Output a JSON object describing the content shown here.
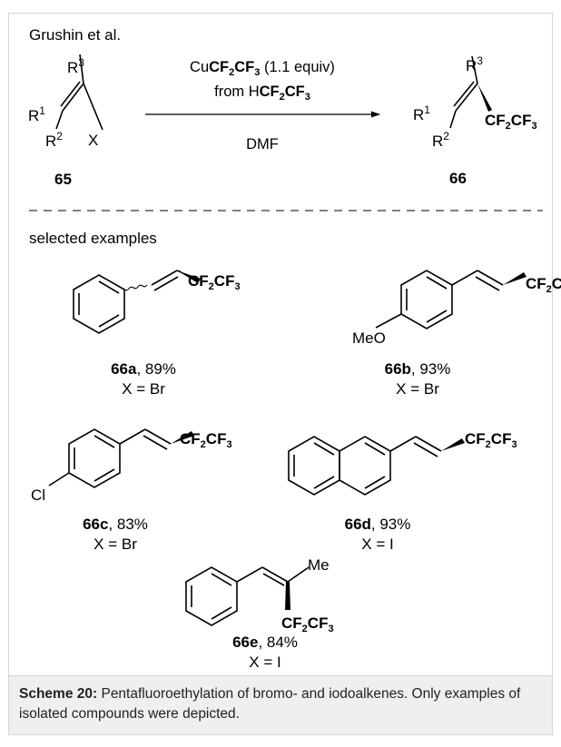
{
  "reaction": {
    "attribution": "Grushin et al.",
    "reagent_line1_pre": "Cu",
    "reagent_line1_bold_a": "CF",
    "reagent_line1_bold_b": "CF",
    "reagent_line1_post": " (1.1 equiv)",
    "reagent_line2_pre": "from H",
    "reagent_line2_bold_a": "CF",
    "reagent_line2_bold_b": "CF",
    "solvent": "DMF",
    "sub_2": "2",
    "sub_3": "3",
    "starting_material": {
      "id": "65",
      "r1": "R",
      "r1_sup": "1",
      "r2": "R",
      "r2_sup": "2",
      "r3": "R",
      "r3_sup": "3",
      "leaving_group": "X"
    },
    "product": {
      "id": "66",
      "r1": "R",
      "r1_sup": "1",
      "r2": "R",
      "r2_sup": "2",
      "r3": "R",
      "r3_sup": "3",
      "group_a": "CF",
      "group_b": "CF"
    }
  },
  "examples_heading": "selected examples",
  "examples": [
    {
      "id": "66a",
      "yield": ", 89%",
      "x_line": "X = Br"
    },
    {
      "id": "66b",
      "yield": ", 93%",
      "x_line": "X = Br",
      "substituent": "MeO"
    },
    {
      "id": "66c",
      "yield": ", 83%",
      "x_line": "X = Br",
      "substituent": "Cl"
    },
    {
      "id": "66d",
      "yield": ", 93%",
      "x_line": "X = I"
    },
    {
      "id": "66e",
      "yield": ", 84%",
      "x_line": "X = I",
      "substituent": "Me"
    }
  ],
  "caption": {
    "label": "Scheme 20:",
    "text": " Pentafluoroethylation of bromo- and iodoalkenes. Only examples of isolated compounds were depicted."
  }
}
